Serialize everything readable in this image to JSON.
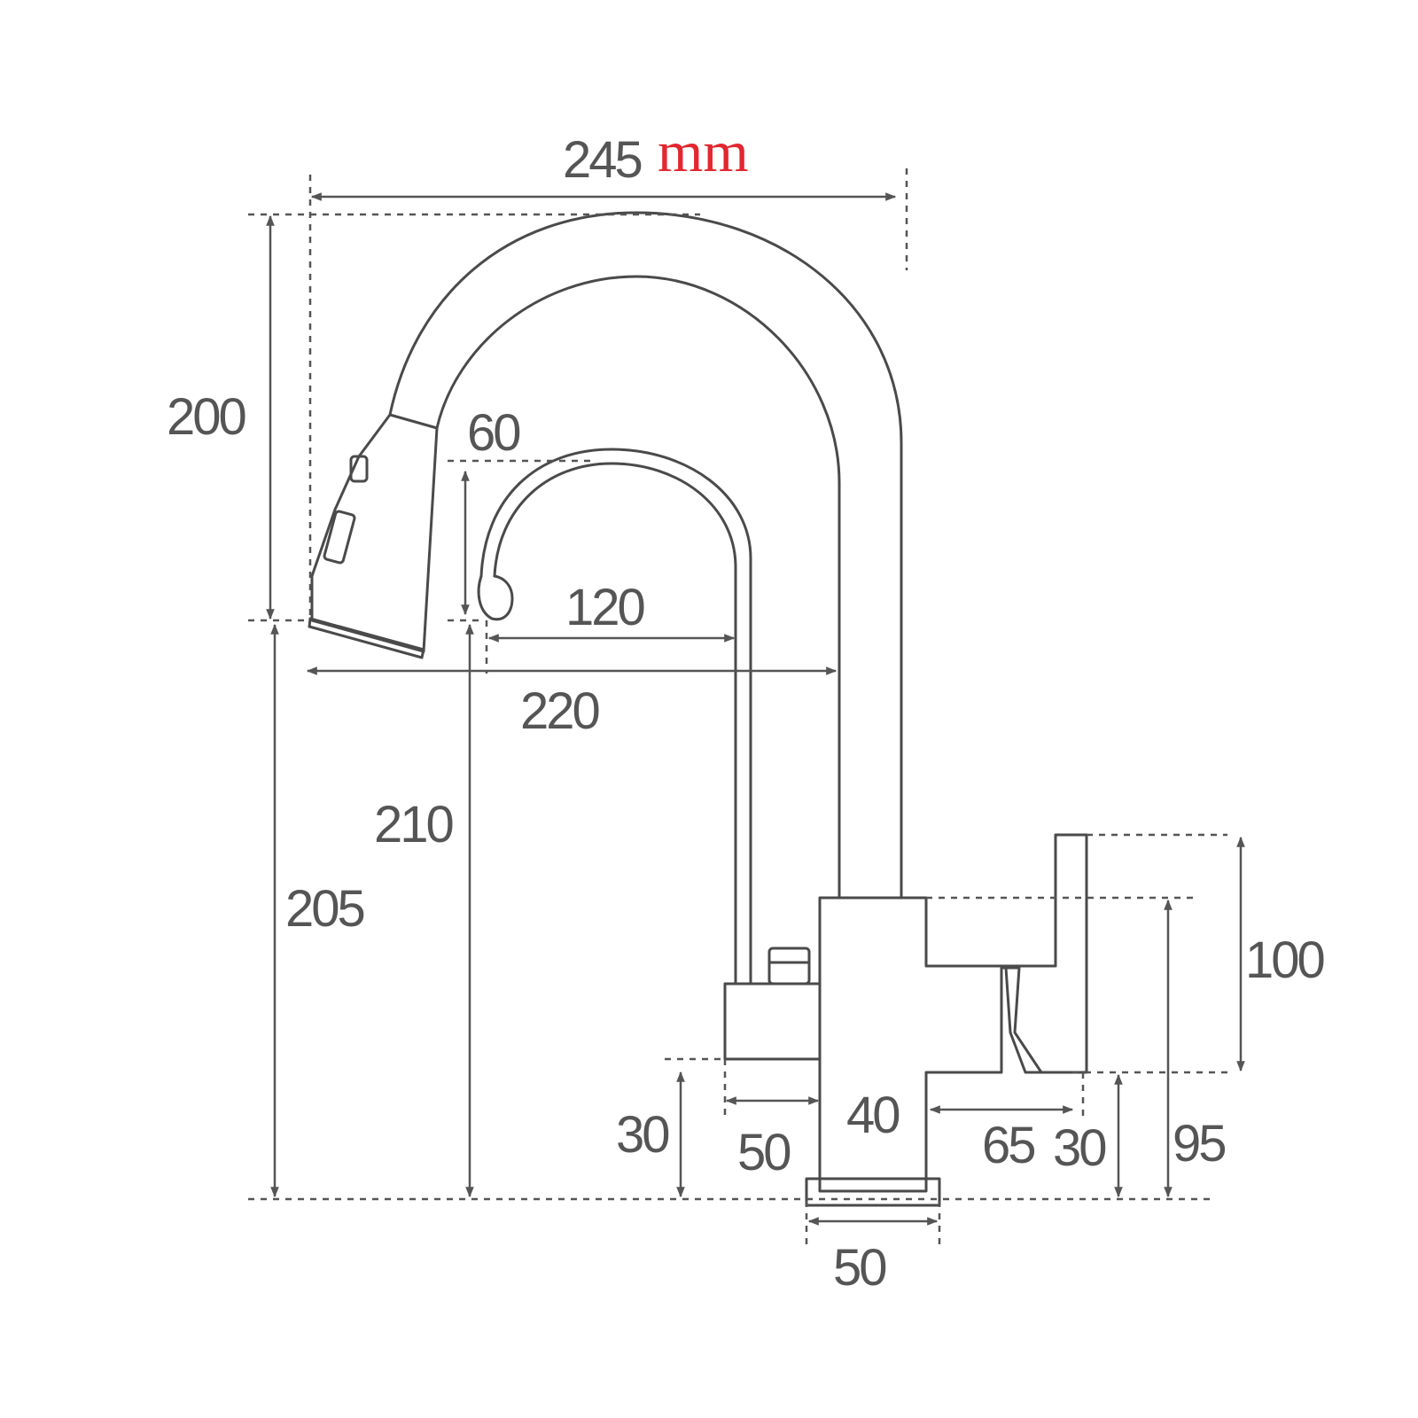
{
  "unit": "mm",
  "dimensions": {
    "overall_width": "245",
    "sprayer_height": "200",
    "spout_drop": "60",
    "spout_reach": "120",
    "sprayer_reach": "220",
    "spout_height": "210",
    "sprayer_clearance": "205",
    "handle_height": "100",
    "base_to_handle_top": "95",
    "side_block_height": "30",
    "side_block_width": "50",
    "body_width": "40",
    "handle_reach": "65",
    "handle_clearance": "30",
    "base_width": "50"
  },
  "colors": {
    "outline": "#4a4a4a",
    "dimension_lines": "#555555",
    "unit": "#e3262f"
  }
}
